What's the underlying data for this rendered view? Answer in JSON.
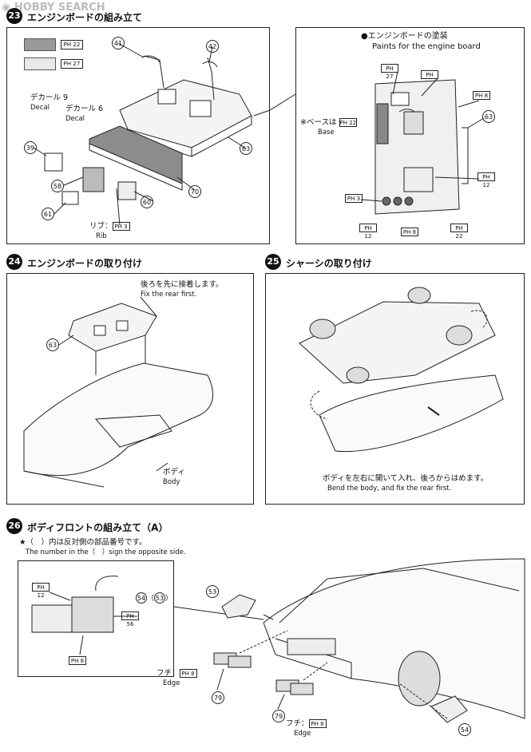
{
  "brand": {
    "name": "HOBBY SEARCH"
  },
  "steps": {
    "s23": {
      "num": "23",
      "title": "エンジンボードの組み立て",
      "colors": [
        {
          "code": "22"
        },
        {
          "code": "27"
        }
      ],
      "decal9": {
        "jp": "デカール",
        "num": "9",
        "en": "Decal"
      },
      "decal6": {
        "jp": "デカール",
        "num": "6",
        "en": "Decal"
      },
      "rib": {
        "jp": "リブ：",
        "code": "3",
        "en": "Rib"
      },
      "parts": [
        "41",
        "42",
        "39",
        "58",
        "61",
        "60",
        "70",
        "63"
      ],
      "paint": {
        "title": "●エンジンボードの塗装",
        "title_en": "Paints for the engine board",
        "base_note": "※ベースは",
        "base_code": "22",
        "base_en": "Base",
        "codes": [
          "27",
          "27",
          "8",
          "12",
          "3",
          "12",
          "8",
          "22"
        ],
        "part": "63"
      }
    },
    "s24": {
      "num": "24",
      "title": "エンジンボードの取り付け",
      "note_jp": "後ろを先に接着します。",
      "note_en": "Fix the rear first.",
      "part": "63",
      "body_jp": "ボディ",
      "body_en": "Body"
    },
    "s25": {
      "num": "25",
      "title": "シャーシの取り付け",
      "note_jp": "ボディを左右に開いて入れ、後ろからはめます。",
      "note_en": "Bend the body, and fix the rear first."
    },
    "s26": {
      "num": "26",
      "title": "ボディフロントの組み立て（A）",
      "note_jp": "★（　）内は反対側の部品番号です。",
      "note_en": "The number in the（　）sign the opposite side.",
      "inset_codes": [
        "12",
        "56",
        "8"
      ],
      "inset_part": "54",
      "inset_opp": "53",
      "edge_jp": "フチ：",
      "edge_code": "8",
      "edge_en": "Edge",
      "parts": [
        "53",
        "79",
        "79",
        "54"
      ]
    }
  },
  "ph_label": "PH"
}
